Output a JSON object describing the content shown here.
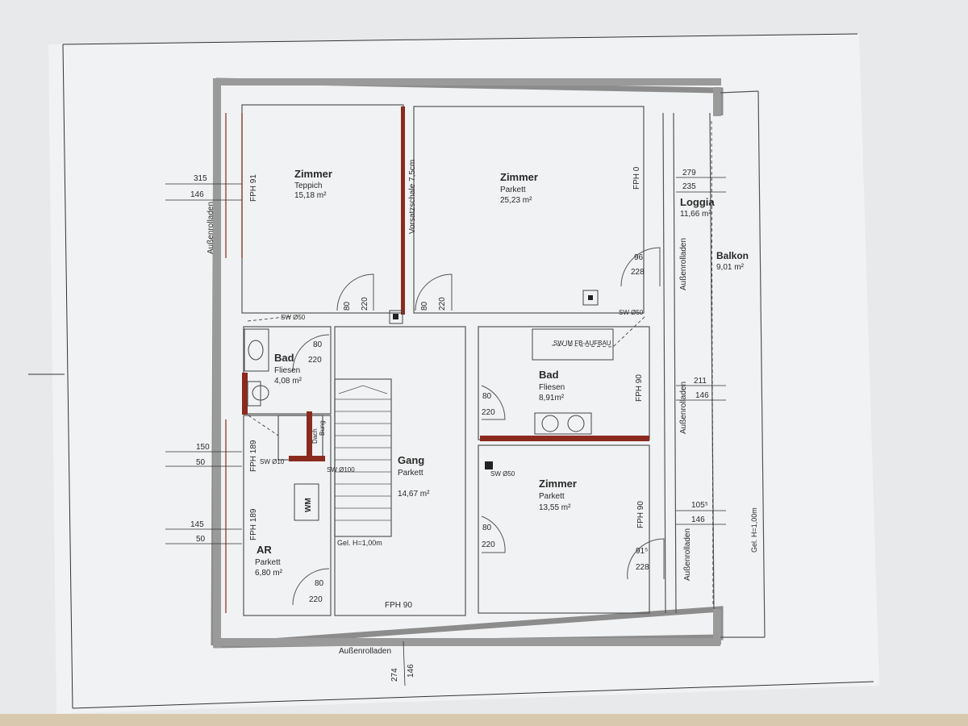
{
  "rooms": {
    "zimmer1": {
      "name": "Zimmer",
      "floor": "Teppich",
      "area": "15,18 m²"
    },
    "zimmer2": {
      "name": "Zimmer",
      "floor": "Parkett",
      "area": "25,23 m²"
    },
    "loggia": {
      "name": "Loggia",
      "area": "11,66 m²"
    },
    "balkon": {
      "name": "Balkon",
      "area": "9,01 m²"
    },
    "bad1": {
      "name": "Bad",
      "floor": "Fliesen",
      "area": "4,08 m²"
    },
    "bad2": {
      "name": "Bad",
      "floor": "Fliesen",
      "area": "8,91m²"
    },
    "gang": {
      "name": "Gang",
      "floor": "Parkett",
      "area": "14,67 m²"
    },
    "zimmer3": {
      "name": "Zimmer",
      "floor": "Parkett",
      "area": "13,55 m²"
    },
    "ar": {
      "name": "AR",
      "floor": "Parkett",
      "area": "6,80 m²"
    }
  },
  "labels": {
    "vorsatzschale": "Vorsatzschale 7,5cm",
    "fph91": "FPH 91",
    "fph0": "FPH 0",
    "fph90_bad": "FPH 90",
    "fph90_zimmer": "FPH 90",
    "fph90_gang": "FPH 90",
    "fph189_a": "FPH 189",
    "fph189_b": "FPH 189",
    "aussenrolladen_left": "Außenrolladen",
    "aussenrolladen_r1": "Außenrolladen",
    "aussenrolladen_r2": "Außenrolladen",
    "aussenrolladen_r3": "Außenrolladen",
    "aussenrolladen_bottom": "Außenrolladen",
    "sw_im_fb": "SW IM FB-AUFBAU",
    "sw050_a": "SW Ø50",
    "sw050_b": "SW Ø50",
    "sw050_c": "SW Ø50",
    "sw0100_a": "SW Ø10",
    "sw0100_b": "SW Ø100",
    "gel_stair": "Gel. H=1,00m",
    "gel_balkon": "Gel. H=1,00m",
    "wm": "WM",
    "dach": "Dach",
    "bung": "Bung"
  },
  "dims": {
    "left_315": "315",
    "left_146": "146",
    "left_150": "150",
    "left_50a": "50",
    "left_145": "145",
    "left_50b": "50",
    "r_279": "279",
    "r_235": "235",
    "r_96": "96",
    "r_228a": "228",
    "r_211": "211",
    "r_146a": "146",
    "r_105": "105⁵",
    "r_146b": "146",
    "r_91": "91⁵",
    "r_228b": "228",
    "d1_80": "80",
    "d1_220": "220",
    "d2_80": "80",
    "d2_220": "220",
    "bad_80": "80",
    "bad_220": "220",
    "bad2_80": "80",
    "bad2_220": "220",
    "z3_80": "80",
    "z3_220": "220",
    "ar_80": "80",
    "ar_220": "220",
    "b_274": "274",
    "b_146": "146"
  }
}
